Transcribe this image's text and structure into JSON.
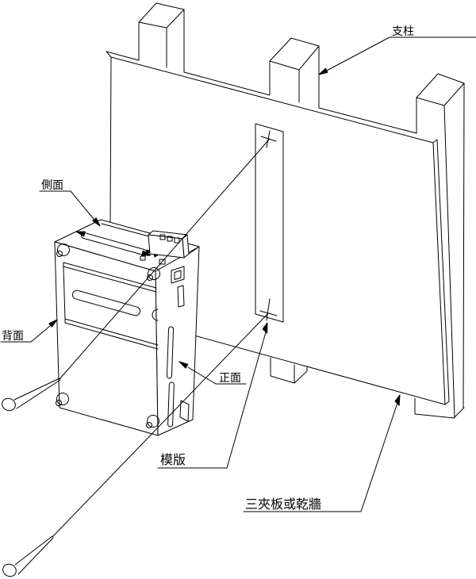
{
  "diagram": {
    "background_color": "#ffffff",
    "line_color": "#000000",
    "labels": {
      "pillar": "支柱",
      "side_face": "側面",
      "back_face": "背面",
      "front_face": "正面",
      "template": "模版",
      "board": "三夾板或乾牆"
    }
  }
}
